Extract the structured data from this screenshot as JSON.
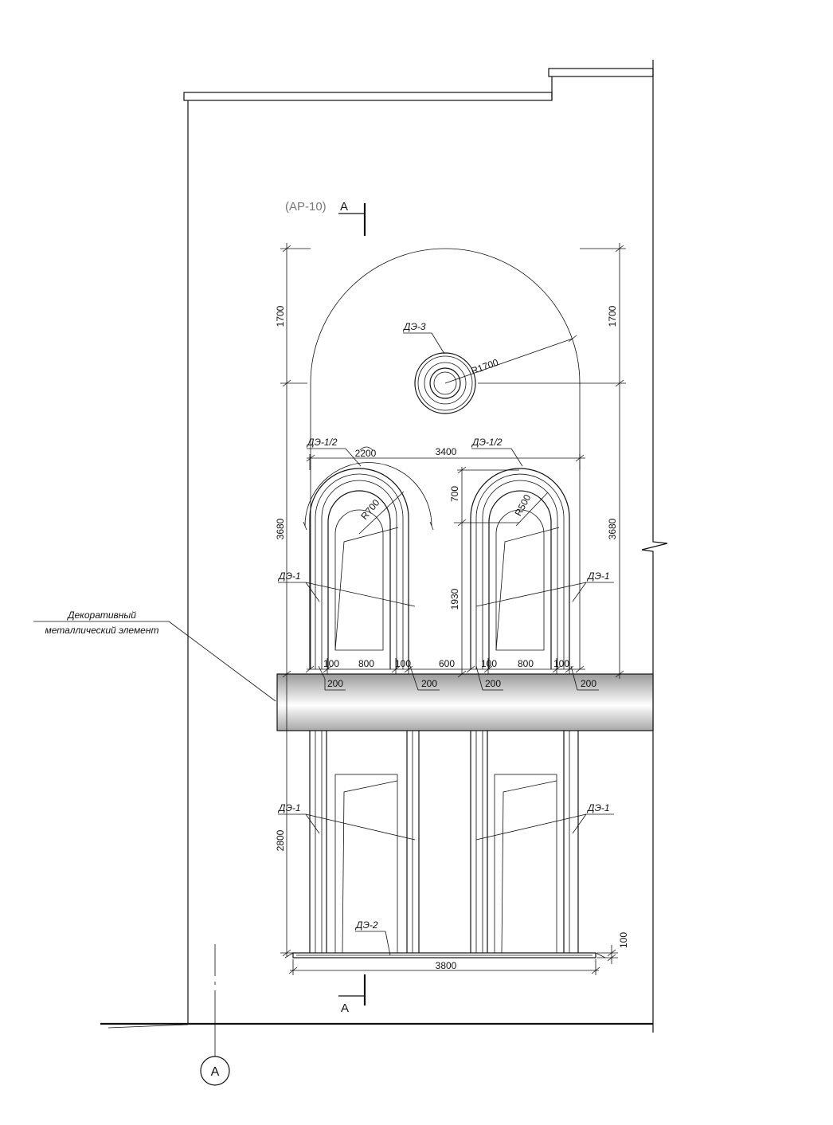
{
  "section_ref": {
    "sheet": "(АР-10)",
    "mark": "А"
  },
  "section_mark_bottom": "А",
  "axis_label": "А",
  "leader_labels": {
    "de3": "ДЭ-3",
    "de1_2_left": "ДЭ-1/2",
    "de1_2_right": "ДЭ-1/2",
    "de1_upper_left": "ДЭ-1",
    "de1_upper_right": "ДЭ-1",
    "de1_lower_left": "ДЭ-1",
    "de1_lower_right": "ДЭ-1",
    "de2": "ДЭ-2"
  },
  "callout": {
    "line1": "Декоративный",
    "line2": "металлический элемент"
  },
  "dimensions": {
    "left_1700": "1700",
    "right_1700": "1700",
    "left_3680": "3680",
    "right_3680": "3680",
    "left_2800": "2800",
    "w_2200": "2200",
    "w_3400": "3400",
    "h_700": "700",
    "h_1930": "1930",
    "r_1700": "R1700",
    "r_700": "R700",
    "r_500": "R500",
    "a_100": "100",
    "a_800": "800",
    "a_100b": "100",
    "a_600": "600",
    "b_100": "100",
    "b_800": "800",
    "b_100b": "100",
    "s_200a": "200",
    "s_200b": "200",
    "s_200c": "200",
    "s_200d": "200",
    "h_100": "100",
    "w_3800": "3800"
  }
}
